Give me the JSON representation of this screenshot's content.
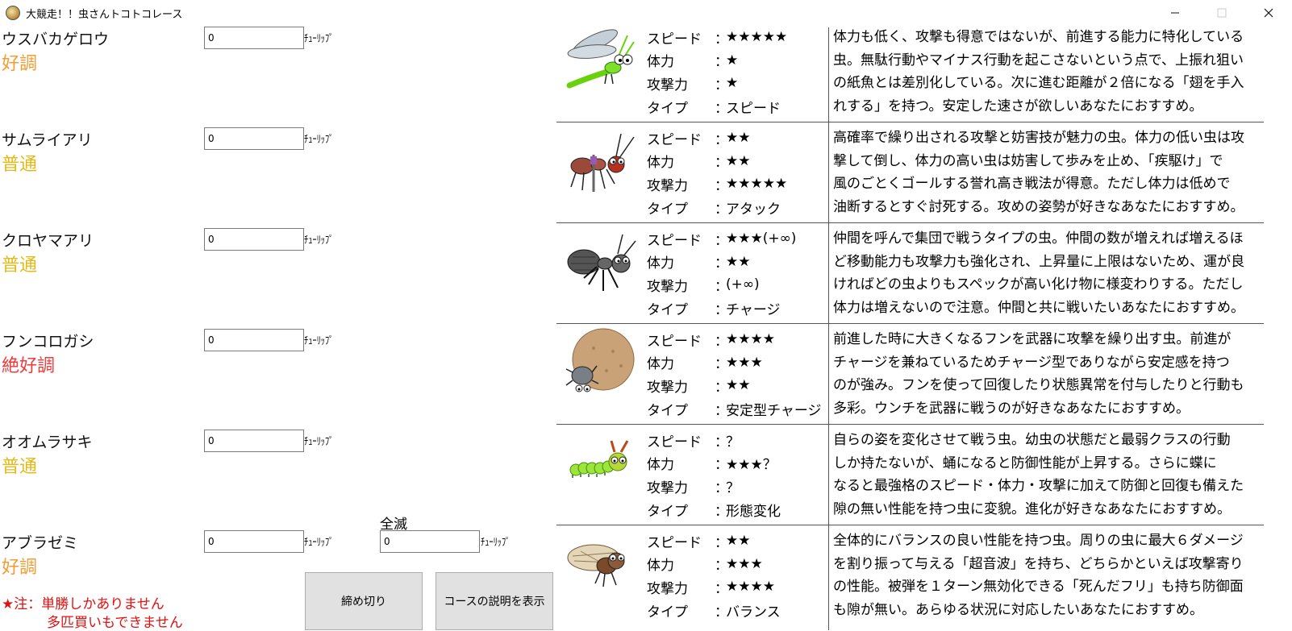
{
  "window": {
    "title": "大競走！！虫さんトコトコレース",
    "controls": {
      "minimize": "minimize-icon",
      "maximize": "maximize-icon",
      "close": "close-icon"
    }
  },
  "bettors": [
    {
      "name": "ウスバカゲロウ",
      "condition": "好調",
      "condition_color": "#f39c32",
      "bet_value": "0",
      "unit": "ﾁｭｰﾘｯﾌﾟ"
    },
    {
      "name": "サムライアリ",
      "condition": "普通",
      "condition_color": "#e3b917",
      "bet_value": "0",
      "unit": "ﾁｭｰﾘｯﾌﾟ"
    },
    {
      "name": "クロヤマアリ",
      "condition": "普通",
      "condition_color": "#e3b917",
      "bet_value": "0",
      "unit": "ﾁｭｰﾘｯﾌﾟ"
    },
    {
      "name": "フンコロガシ",
      "condition": "絶好調",
      "condition_color": "#ef3b3b",
      "bet_value": "0",
      "unit": "ﾁｭｰﾘｯﾌﾟ"
    },
    {
      "name": "オオムラサキ",
      "condition": "普通",
      "condition_color": "#e3b917",
      "bet_value": "0",
      "unit": "ﾁｭｰﾘｯﾌﾟ"
    },
    {
      "name": "アブラゼミ",
      "condition": "好調",
      "condition_color": "#f39c32",
      "bet_value": "0",
      "unit": "ﾁｭｰﾘｯﾌﾟ"
    }
  ],
  "allkill": {
    "label": "全滅",
    "bet_value": "0",
    "unit": "ﾁｭｰﾘｯﾌﾟ"
  },
  "note": {
    "line1": "★注：単勝しかありません",
    "line2": "多匹買いもできません",
    "color": "#e01010"
  },
  "buttons": {
    "deadline": "締め切り",
    "course": "コースの説明を表示"
  },
  "stat_labels": {
    "speed": "スピード",
    "hp": "体力",
    "attack": "攻撃力",
    "type": "タイプ",
    "sep": "："
  },
  "insects": [
    {
      "icon": "dragonfly-icon",
      "speed": "★★★★★",
      "hp": "★",
      "attack": "★",
      "type": "スピード",
      "desc": [
        "体力も低く、攻撃も得意ではないが、前進する能力に特化している",
        "虫。無駄行動やマイナス行動を起こさないという点で、上振れ狙い",
        "の紙魚とは差別化している。次に進む距離が２倍になる「翅を手入",
        "れする」を持つ。安定した速さが欲しいあなたにおすすめ。"
      ]
    },
    {
      "icon": "samurai-ant-icon",
      "speed": "★★",
      "hp": "★★",
      "attack": "★★★★★",
      "type": "アタック",
      "desc": [
        "高確率で繰り出される攻撃と妨害技が魅力の虫。体力の低い虫は攻",
        "撃して倒し、体力の高い虫は妨害して歩みを止め、「疾駆け」で",
        "風のごとくゴールする誉れ高き戦法が得意。ただし体力は低めで",
        "油断するとすぐ討死する。攻めの姿勢が好きなあなたにおすすめ。"
      ]
    },
    {
      "icon": "black-ant-icon",
      "speed": "★★★(+∞)",
      "hp": "★★",
      "attack": "(+∞)",
      "type": "チャージ",
      "desc": [
        "仲間を呼んで集団で戦うタイプの虫。仲間の数が増えれば増えるほ",
        "ど移動能力も攻撃力も強化され、上昇量に上限はないため、運が良",
        "ければどの虫よりもスペックが高い化け物に様変わりする。ただし",
        "体力は増えないので注意。仲間と共に戦いたいあなたにおすすめ。"
      ]
    },
    {
      "icon": "dung-beetle-icon",
      "speed": "★★★★",
      "hp": "★★★",
      "attack": "★★",
      "type": "安定型チャージ",
      "desc": [
        "前進した時に大きくなるフンを武器に攻撃を繰り出す虫。前進が",
        "チャージを兼ねているためチャージ型でありながら安定感を持つ",
        "のが強み。フンを使って回復したり状態異常を付与したりと行動も",
        "多彩。ウンチを武器に戦うのが好きなあなたにおすすめ。"
      ]
    },
    {
      "icon": "caterpillar-icon",
      "speed": "？",
      "hp": "★★★？",
      "attack": "？",
      "type": "形態変化",
      "desc": [
        "自らの姿を変化させて戦う虫。幼虫の状態だと最弱クラスの行動",
        "しか持たないが、蛹になると防御性能が上昇する。さらに蝶に",
        "なると最強格のスピード・体力・攻撃に加えて防御と回復も備えた",
        "隙の無い性能を持つ虫に変貌。進化が好きなあなたにおすすめ。"
      ]
    },
    {
      "icon": "cicada-icon",
      "speed": "★★",
      "hp": "★★★",
      "attack": "★★★★",
      "type": "バランス",
      "desc": [
        "全体的にバランスの良い性能を持つ虫。周りの虫に最大６ダメージ",
        "を割り振って与える「超音波」を持ち、どちらかといえば攻撃寄り",
        "の性能。被弾を１ターン無効化できる「死んだフリ」も持ち防御面",
        "も隙が無い。あらゆる状況に対応したいあなたにおすすめ。"
      ]
    }
  ]
}
